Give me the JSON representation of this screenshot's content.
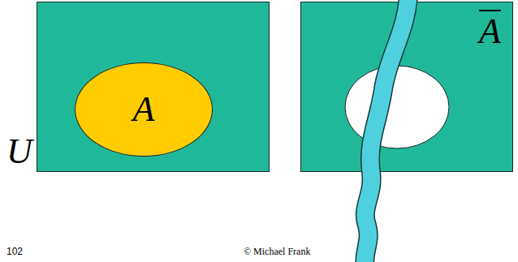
{
  "diagram": {
    "nodes": [
      {
        "text": [
          "U"
        ]
      },
      {
        "text": [
          "A"
        ],
        "in": 0
      },
      {
        "text": [
          "A"
        ]
      }
    ],
    "labels": [
      "102",
      "© Michael Frank"
    ]
  }
}
